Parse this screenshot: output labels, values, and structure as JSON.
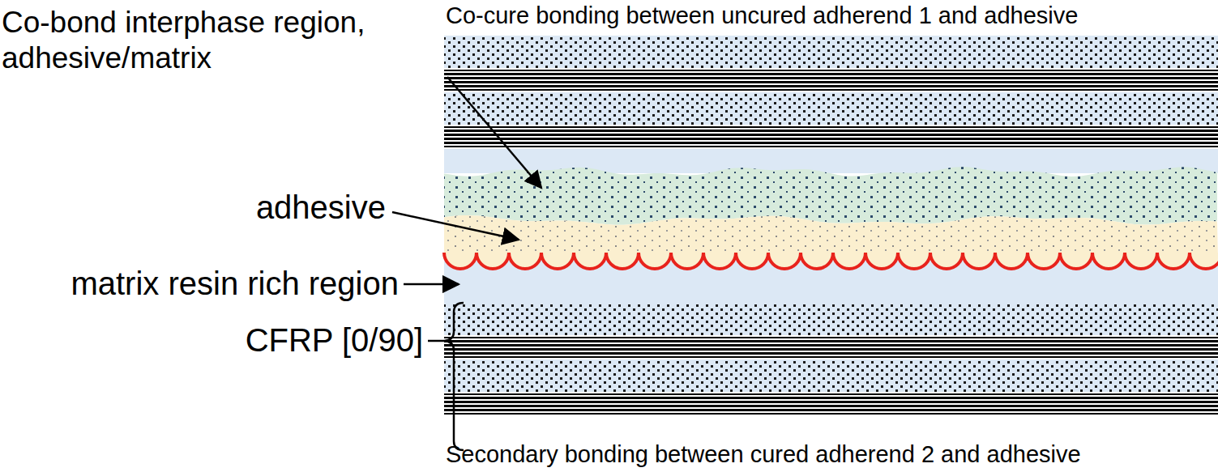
{
  "diagram": {
    "labels": [
      "Co-bond interphase region, adhesive/matrix",
      "Co-cure bonding between uncured adherend 1 and adhesive",
      "adhesive",
      "matrix resin rich region",
      "CFRP [0/90]",
      "Secondary bonding between cured adherend 2 and adhesive"
    ]
  }
}
